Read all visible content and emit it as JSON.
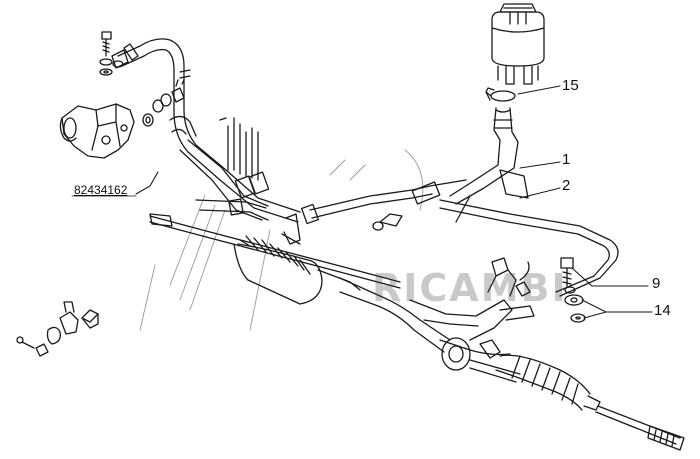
{
  "diagram": {
    "reference_code": "82434162",
    "watermark": "RICAMBI",
    "callouts": [
      {
        "id": "c1",
        "label": "1"
      },
      {
        "id": "c2",
        "label": "2"
      },
      {
        "id": "c9",
        "label": "9"
      },
      {
        "id": "c14",
        "label": "14"
      },
      {
        "id": "c15",
        "label": "15"
      }
    ],
    "colors": {
      "line": "#1a1a1a",
      "background": "#ffffff",
      "watermark": "#3c3c3c"
    }
  }
}
